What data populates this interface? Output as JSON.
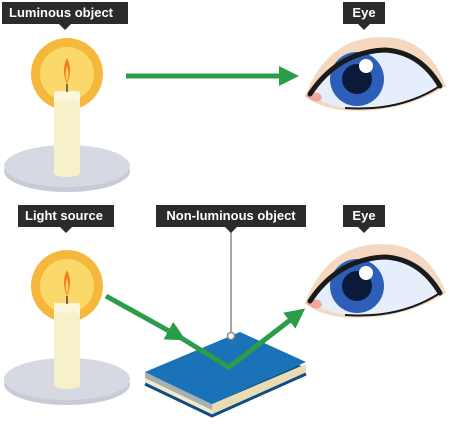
{
  "labels": {
    "luminous_object": "Luminous object",
    "eye_top": "Eye",
    "light_source": "Light source",
    "non_luminous_object": "Non-luminous object",
    "eye_bottom": "Eye"
  },
  "colors": {
    "arrow": "#2a9d48",
    "label_bg": "#2b2b2b",
    "iris": "#2e5fb8",
    "book": "#1a72b8",
    "candle": "#f6f1c8",
    "glow": "#f7c948",
    "dish": "#c8cbd6"
  },
  "icons": [
    "candle-icon",
    "eye-icon",
    "book-icon"
  ]
}
